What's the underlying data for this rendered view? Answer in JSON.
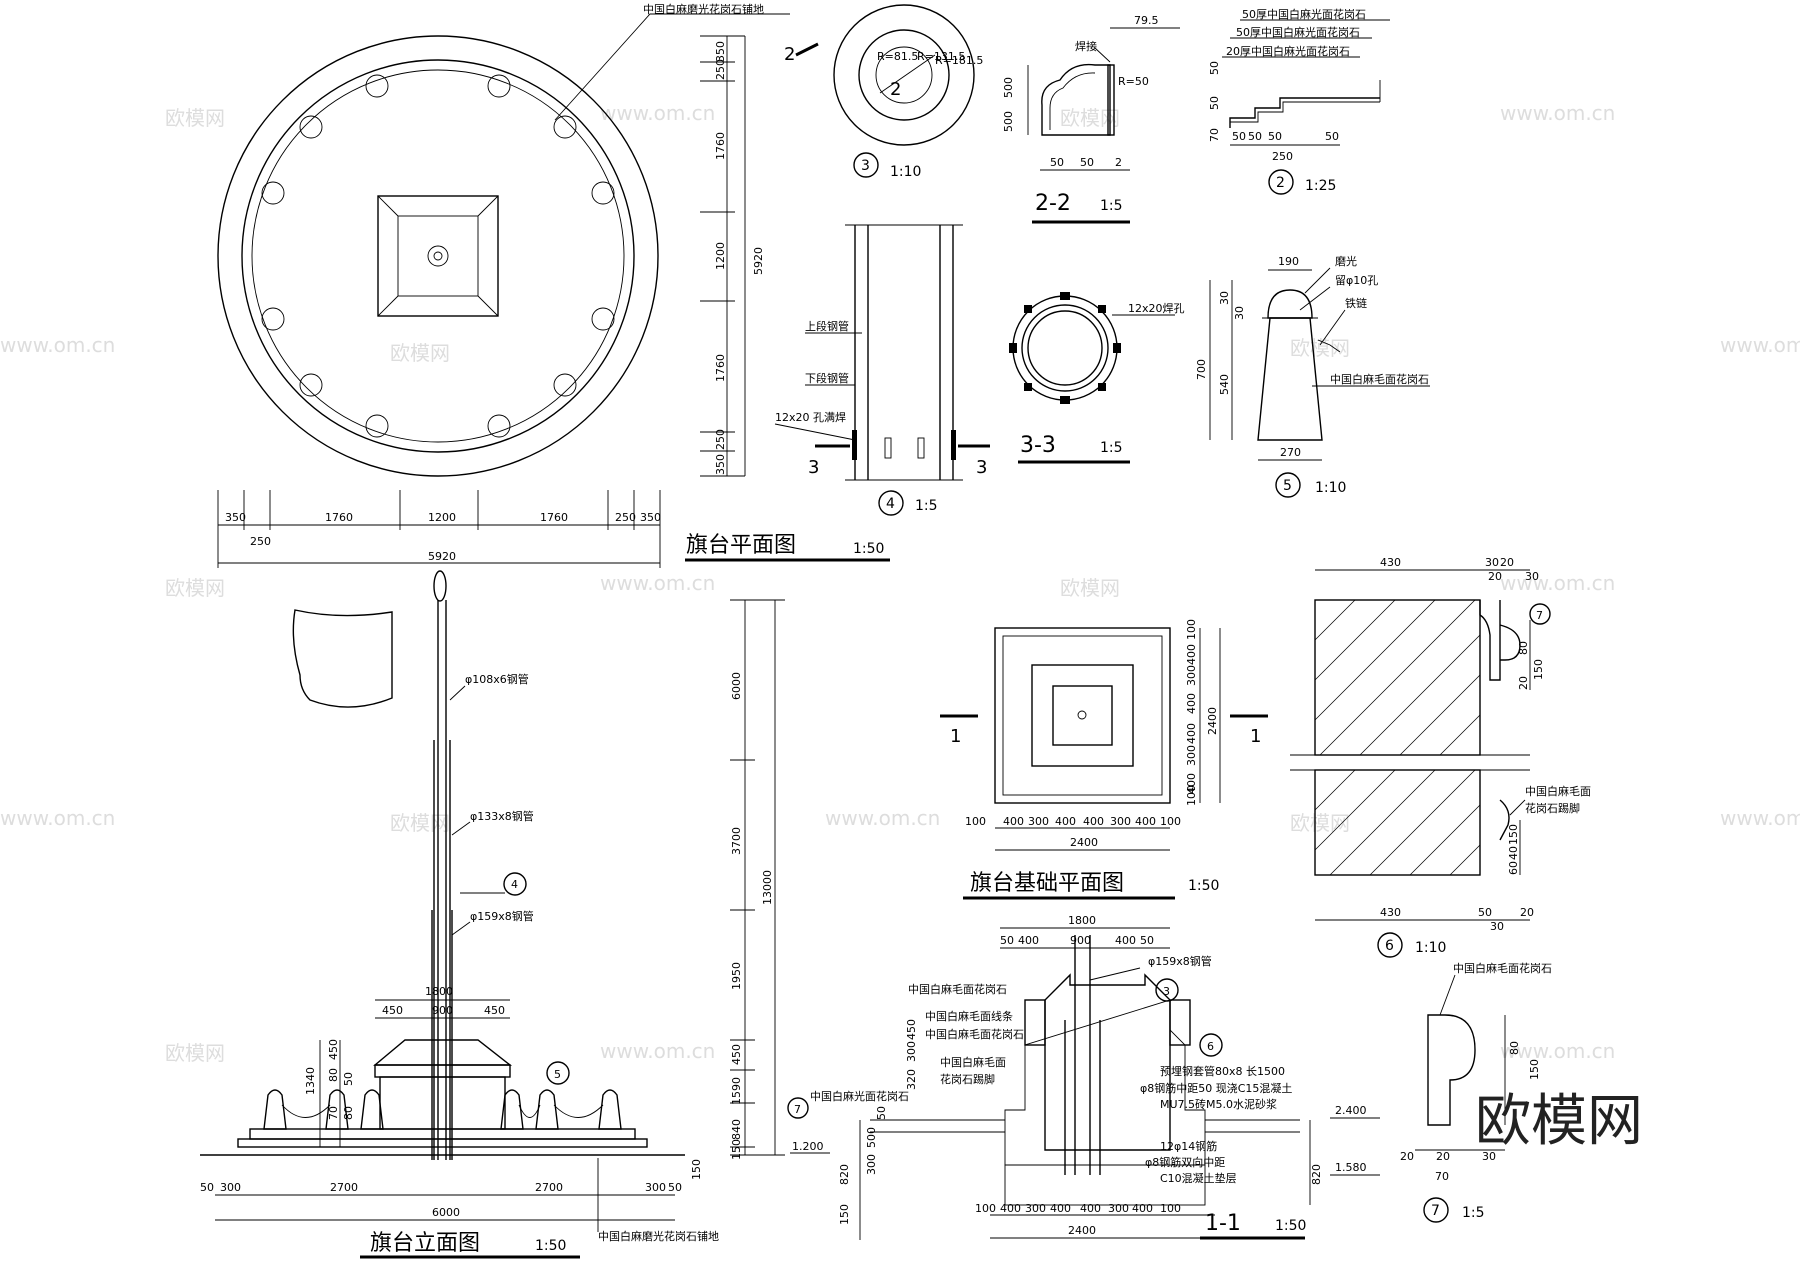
{
  "titles": {
    "plan": "旗台平面图",
    "plan_scale": "1:50",
    "elevation": "旗台立面图",
    "elevation_scale": "1:50",
    "foundation": "旗台基础平面图",
    "foundation_scale": "1:50",
    "sec22": "2-2",
    "sec22_scale": "1:5",
    "sec33": "3-3",
    "sec33_scale": "1:5",
    "sec11": "1-1",
    "sec11_scale": "1:50"
  },
  "details": {
    "d3": "3",
    "d3_scale": "1:10",
    "d2": "2",
    "d2_scale": "1:25",
    "d4": "4",
    "d4_scale": "1:5",
    "d5": "5",
    "d5_scale": "1:10",
    "d6": "6",
    "d6_scale": "1:10",
    "d7": "7",
    "d7_scale": "1:5"
  },
  "annotations": {
    "plan_paving": "中国白麻磨光花岗石铺地",
    "weld": "焊接",
    "r50": "R=50",
    "r131": "R=131.5",
    "r81": "R=81.5",
    "r181": "R=181.5",
    "step1": "50厚中国白麻光面花岗石",
    "step2": "50厚中国白麻光面花岗石",
    "step3": "20厚中国白麻光面花岗石",
    "upper_pipe": "上段钢管",
    "lower_pipe": "下段钢管",
    "slot_weld": "12x20 孔满焊",
    "hole_weld": "12x20焊孔",
    "polish": "磨光",
    "hole10": "留φ10孔",
    "chain": "铁链",
    "rough_granite": "中国白麻毛面花岗石",
    "pipe108": "φ108x6钢管",
    "pipe133": "φ133x8钢管",
    "pipe159": "φ159x8钢管",
    "pipe159b": "φ159x8钢管",
    "elev_paving": "中国白麻磨光花岗石铺地",
    "s11_a": "中国白麻毛面花岗石",
    "s11_b": "中国白麻毛面线条",
    "s11_c": "中国白麻毛面花岗石",
    "s11_d": "中国白麻毛面",
    "s11_e": "花岗石踢脚",
    "s11_f": "中国白麻光面花岗石",
    "s11_g": "预埋钢套管80x8 长1500",
    "s11_h": "φ8钢筋中距50 现浇C15混凝土",
    "s11_i": "MU7.5砖M5.0水泥砂浆",
    "s11_j": "12φ14钢筋",
    "s11_k": "φ8钢筋双向中距",
    "s11_l": "C10混凝土垫层",
    "d6_a": "中国白麻毛面",
    "d6_b": "花岗石踢脚",
    "d7_a": "中国白麻毛面花岗石"
  },
  "dims": {
    "plan_h": [
      "350",
      "250",
      "1760",
      "1200",
      "1760",
      "250",
      "350"
    ],
    "plan_h_total": "5920",
    "plan_v": [
      "350",
      "250",
      "1760",
      "1200",
      "1760",
      "250",
      "350"
    ],
    "plan_v_total": "5920",
    "elev_v": [
      "6000",
      "3700",
      "1950",
      "450",
      "1590",
      "840",
      "150"
    ],
    "elev_v_total": "13000",
    "elev_h": [
      "50",
      "300",
      "2700",
      "2700",
      "300",
      "50"
    ],
    "elev_h_total": "6000",
    "elev_top": [
      "1800",
      "450",
      "900",
      "450"
    ],
    "elev_left": [
      "1340",
      "450",
      "80",
      "50",
      "70",
      "80"
    ],
    "elev_level": "1.200",
    "found_h": [
      "100",
      "400",
      "300",
      "400",
      "400",
      "300",
      "400",
      "100"
    ],
    "found_h_total": "2400",
    "found_v": [
      "100",
      "400",
      "300",
      "400",
      "400",
      "300",
      "400",
      "100"
    ],
    "found_v_total": "2400",
    "s11_top": [
      "1800",
      "50",
      "400",
      "900",
      "400",
      "50"
    ],
    "s11_bottom": [
      "100",
      "400",
      "300",
      "400",
      "400",
      "300",
      "400",
      "100"
    ],
    "s11_bottom_total": "2400",
    "s11_left": [
      "820",
      "300",
      "500",
      "150",
      "450",
      "300",
      "320",
      "50"
    ],
    "s11_right": [
      "820",
      "2.400",
      "1.580"
    ],
    "s22": [
      "79.5",
      "500",
      "500",
      "50",
      "50",
      "2"
    ],
    "d2": [
      "50",
      "50",
      "70",
      "50",
      "50",
      "50",
      "50",
      "250"
    ],
    "d5": [
      "190",
      "700",
      "540",
      "30",
      "30",
      "270"
    ],
    "d6": [
      "430",
      "30",
      "20",
      "20",
      "30",
      "80",
      "150",
      "20",
      "150",
      "40",
      "60",
      "430",
      "50",
      "30",
      "20"
    ],
    "d7": [
      "80",
      "150",
      "20",
      "20",
      "30",
      "70"
    ]
  },
  "watermark": "www.om.cn",
  "watermark_cn": "欧模网",
  "brand": "欧模网"
}
